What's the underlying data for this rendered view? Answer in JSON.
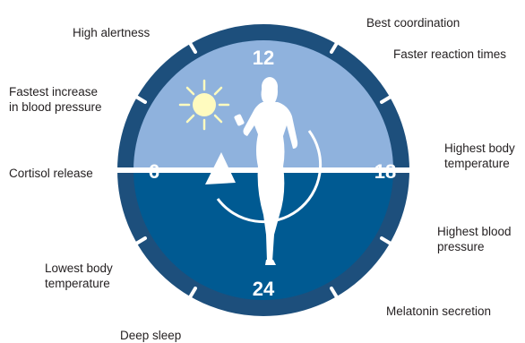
{
  "colors": {
    "day_sky": "#8fb2dd",
    "night": "#005a92",
    "rim": "#1d4f7c",
    "sun": "#fffbbf",
    "figure": "#ffffff"
  },
  "icons": {
    "sun": "sun-icon",
    "moon": "crescent-moon-icon",
    "arrow": "circular-arrow-icon",
    "person": "woman-silhouette"
  },
  "clock": {
    "hour_12": "12",
    "hour_18": "18",
    "hour_24": "24",
    "hour_6": "6"
  },
  "labels": {
    "high_alertness": "High alertness",
    "best_coordination": "Best coordination",
    "faster_reaction_times": "Faster reaction times",
    "fastest_increase_bp": "Fastest increase\nin blood pressure",
    "cortisol_release": "Cortisol release",
    "highest_body_temp": "Highest body\ntemperature",
    "highest_blood_pressure": "Highest blood\npressure",
    "lowest_body_temp": "Lowest body\ntemperature",
    "melatonin_secretion": "Melatonin secretion",
    "deep_sleep": "Deep sleep"
  }
}
